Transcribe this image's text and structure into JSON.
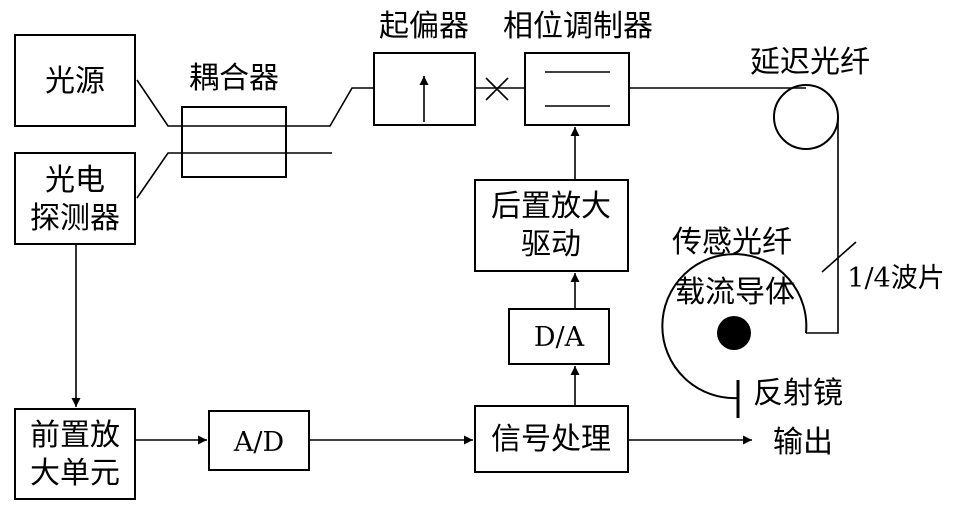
{
  "labels": {
    "light_source": "光源",
    "coupler": "耦合器",
    "photodetector_line1": "光电",
    "photodetector_line2": "探测器",
    "polarizer": "起偏器",
    "phase_modulator": "相位调制器",
    "delay_fiber": "延迟光纤",
    "post_amp_line1": "后置放大",
    "post_amp_line2": "驱动",
    "sensing_fiber": "传感光纤",
    "quarter_wave_plate": "1/4波片",
    "current_conductor": "载流导体",
    "da_converter": "D/A",
    "reflector": "反射镜",
    "pre_amp_line1": "前置放",
    "pre_amp_line2": "大单元",
    "ad_converter": "A/D",
    "signal_processing": "信号处理",
    "output": "输出"
  }
}
